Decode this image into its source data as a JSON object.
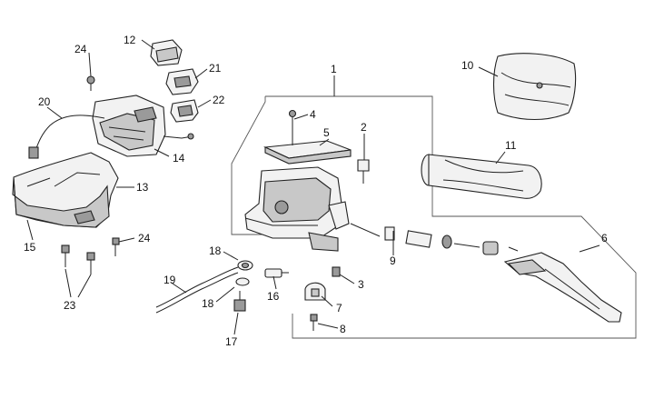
{
  "callouts": {
    "c1": "1",
    "c2": "2",
    "c3": "3",
    "c4": "4",
    "c5": "5",
    "c6": "6",
    "c7": "7",
    "c8": "8",
    "c9": "9",
    "c10": "10",
    "c11": "11",
    "c12": "12",
    "c13": "13",
    "c14": "14",
    "c15": "15",
    "c16": "16",
    "c17": "17",
    "c18a": "18",
    "c18b": "18",
    "c19": "19",
    "c20": "20",
    "c21": "21",
    "c22": "22",
    "c23": "23",
    "c24a": "24",
    "c24b": "24"
  }
}
